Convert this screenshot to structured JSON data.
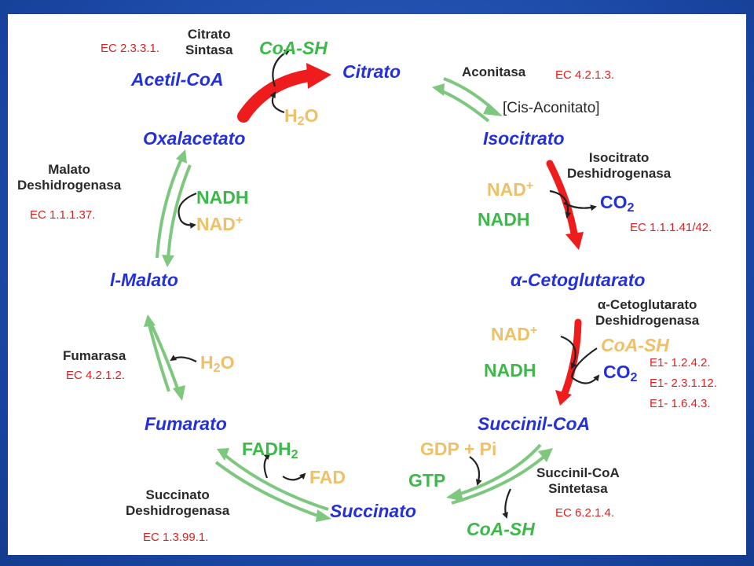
{
  "metabolites": {
    "acetil_coa": "Acetil-CoA",
    "citrato": "Citrato",
    "isocitrato": "Isocitrato",
    "cetoglutarato_prefix": "α",
    "cetoglutarato": "-Cetoglutarato",
    "succinil_coa": "Succinil-CoA",
    "succinato": "Succinato",
    "fumarato": "Fumarato",
    "malato": "l-Malato",
    "oxalacetato": "Oxalacetato",
    "cis_aconitato": "[Cis-Aconitato]"
  },
  "cofactors": {
    "coash_top": "CoA-SH",
    "h2o_top_base": "H",
    "h2o_top_sub": "2",
    "h2o_top_end": "O",
    "nad_idh_base": "NAD",
    "nad_idh_sup": "+",
    "nadh_idh": "NADH",
    "co2_idh_base": "CO",
    "co2_idh_sub": "2",
    "nad_kgdh_base": "NAD",
    "nad_kgdh_sup": "+",
    "coash_kgdh": "CoA-SH",
    "nadh_kgdh": "NADH",
    "co2_kgdh_base": "CO",
    "co2_kgdh_sub": "2",
    "gdp_pi": "GDP + Pi",
    "gtp": "GTP",
    "coash_bottom": "CoA-SH",
    "fadh2_base": "FADH",
    "fadh2_sub": "2",
    "fad": "FAD",
    "h2o_fum_base": "H",
    "h2o_fum_sub": "2",
    "h2o_fum_end": "O",
    "nadh_mdh": "NADH",
    "nad_mdh_base": "NAD",
    "nad_mdh_sup": "+"
  },
  "enzymes": {
    "citrato_sintasa_1": "Citrato",
    "citrato_sintasa_2": "Sintasa",
    "aconitasa": "Aconitasa",
    "idh_1": "Isocitrato",
    "idh_2": "Deshidrogenasa",
    "kgdh_1_prefix": "α",
    "kgdh_1": "-Cetoglutarato",
    "kgdh_2": "Deshidrogenasa",
    "scs_1": "Succinil-CoA",
    "scs_2": "Sintetasa",
    "sdh_1": "Succinato",
    "sdh_2": "Deshidrogenasa",
    "fumarasa": "Fumarasa",
    "mdh_1": "Malato",
    "mdh_2": "Deshidrogenasa"
  },
  "ec_numbers": {
    "citrato_sintasa": "EC 2.3.3.1.",
    "aconitasa": "EC 4.2.1.3.",
    "idh": "EC 1.1.1.41/42.",
    "kgdh_e1": "E1- 1.2.4.2.",
    "kgdh_e2": "E1- 2.3.1.12.",
    "kgdh_e3": "E1- 1.6.4.3.",
    "scs": "EC 6.2.1.4.",
    "sdh": "EC 1.3.99.1.",
    "fumarasa": "EC 4.2.1.2.",
    "mdh": "EC 1.1.1.37."
  },
  "colors": {
    "background": "#1e4fae",
    "metabolite": "#2430d8",
    "cofactor_green": "#3db84a",
    "cofactor_gold": "#eec068",
    "irreversible_arrow": "#ee1c1c",
    "reversible_arrow": "#7dc77e",
    "ec_text": "#dd1f1f"
  }
}
